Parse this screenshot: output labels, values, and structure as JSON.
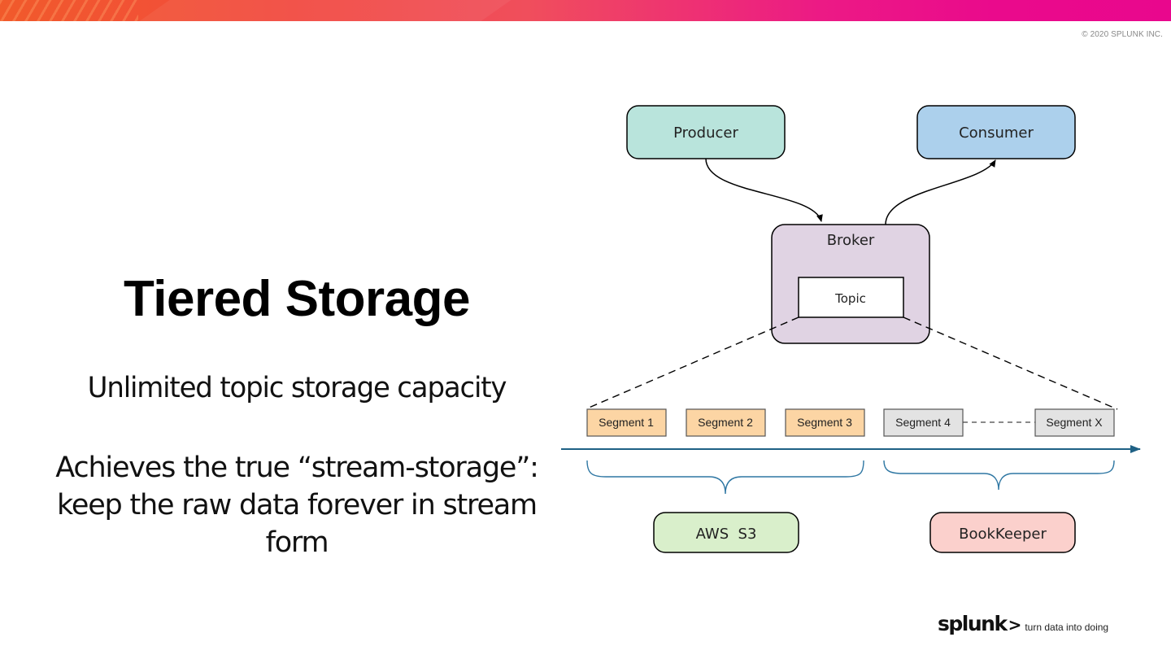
{
  "header": {
    "copyright": "© 2020 SPLUNK INC.",
    "accent_colors": [
      "#f15a2b",
      "#ea0a8c"
    ]
  },
  "slide": {
    "title": "Tiered Storage",
    "bullets": [
      "Unlimited topic storage capacity",
      "Achieves the true “stream-storage”: keep the raw data forever in stream form"
    ]
  },
  "diagram": {
    "nodes": {
      "producer": {
        "label": "Producer",
        "color": "#b9e4dc"
      },
      "consumer": {
        "label": "Consumer",
        "color": "#acd0ec"
      },
      "broker": {
        "label": "Broker",
        "color": "#e0d3e3"
      },
      "topic": {
        "label": "Topic",
        "color": "#ffffff"
      },
      "aws_s3": {
        "label": "AWS  S3",
        "color": "#d9efcb"
      },
      "bookkeeper": {
        "label": "BookKeeper",
        "color": "#fbd0cc"
      }
    },
    "segments": [
      {
        "label": "Segment 1",
        "tier": "offloaded",
        "color": "#fcd5a4"
      },
      {
        "label": "Segment 2",
        "tier": "offloaded",
        "color": "#fcd5a4"
      },
      {
        "label": "Segment 3",
        "tier": "offloaded",
        "color": "#fcd5a4"
      },
      {
        "label": "Segment 4",
        "tier": "bookkeeper",
        "color": "#e3e3e3"
      },
      {
        "label": "Segment X",
        "tier": "bookkeeper",
        "color": "#e3e3e3"
      }
    ],
    "timeline_color": "#1f6185",
    "edges": [
      {
        "from": "producer",
        "to": "broker"
      },
      {
        "from": "broker",
        "to": "consumer"
      }
    ]
  },
  "footer": {
    "logo_text": "splunk",
    "logo_mark": ">",
    "tagline": "turn data into doing"
  }
}
